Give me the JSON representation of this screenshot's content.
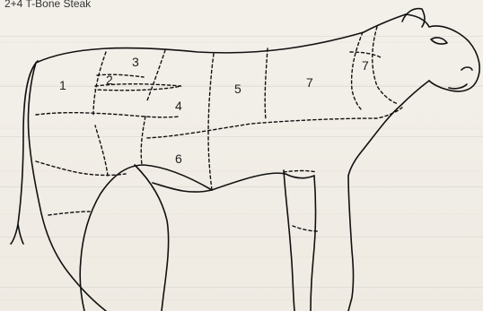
{
  "caption": "2+4 T-Bone Steak",
  "cuts": {
    "c1": "1",
    "c2": "2",
    "c3": "3",
    "c4": "4",
    "c5": "5",
    "c6": "6",
    "c7a": "7",
    "c7b": "7"
  },
  "icons": {
    "illustration": "cow-cuts-diagram-icon",
    "eye": "eye-icon",
    "ear": "ear-icon",
    "tail": "tail-icon"
  }
}
